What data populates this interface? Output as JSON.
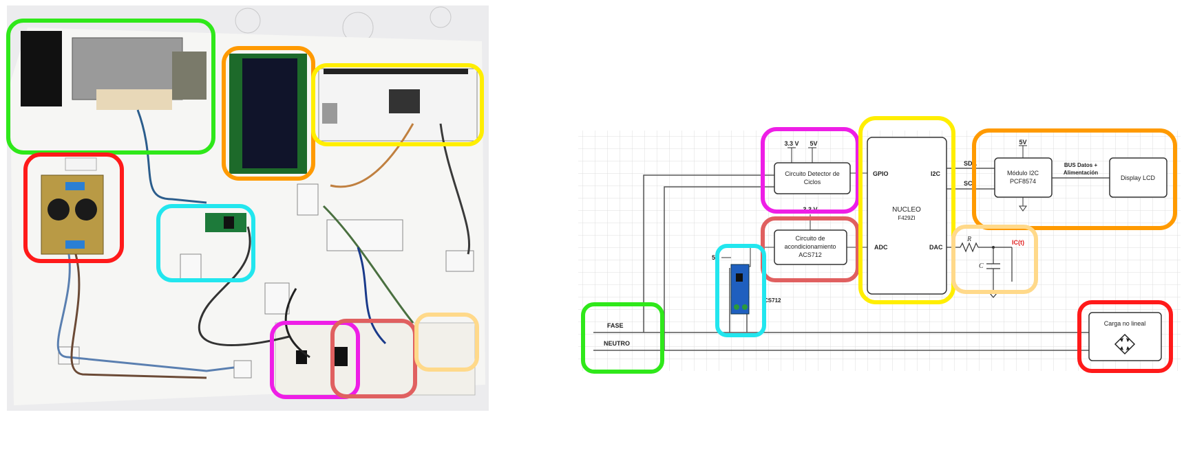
{
  "colors": {
    "green": "#2fe81a",
    "orange": "#ff9a00",
    "yellow": "#ffee00",
    "red": "#ff1a1a",
    "cyan": "#22e6ee",
    "magenta": "#ee1ee6",
    "salmon": "#e06060",
    "peach": "#ffd98a"
  },
  "photo": {
    "description_icons": [
      "transformer",
      "power-supply-board",
      "lcd-display",
      "nucleo-board",
      "current-sensor",
      "breadboard"
    ]
  },
  "schematic": {
    "power": {
      "v33_a": "3.3 V",
      "v5_a": "5V",
      "v33_b": "3.3 V",
      "v5_sensor": "5V",
      "v5_i2c": "5V"
    },
    "blocks": {
      "detector": [
        "Circuito Detector de",
        "Ciclos"
      ],
      "acond": [
        "Circuito de",
        "acondicionamiento",
        "ACS712"
      ],
      "nucleo": [
        "NUCLEO",
        "F429ZI"
      ],
      "i2c_module": [
        "Módulo I2C",
        "PCF8574"
      ],
      "display": "Display LCD",
      "load": "Carga no lineal"
    },
    "pins": {
      "gpio": "GPIO",
      "i2c": "I2C",
      "adc": "ADC",
      "dac": "DAC",
      "sda": "SDA",
      "scl": "SCL"
    },
    "bus_label": [
      "BUS Datos +",
      "Alimentación"
    ],
    "sensor_label": "CS712",
    "rc": {
      "r": "R",
      "c": "C",
      "out": "IC(t)"
    },
    "lines": {
      "fase": "FASE",
      "neutro": "NEUTRO"
    }
  }
}
